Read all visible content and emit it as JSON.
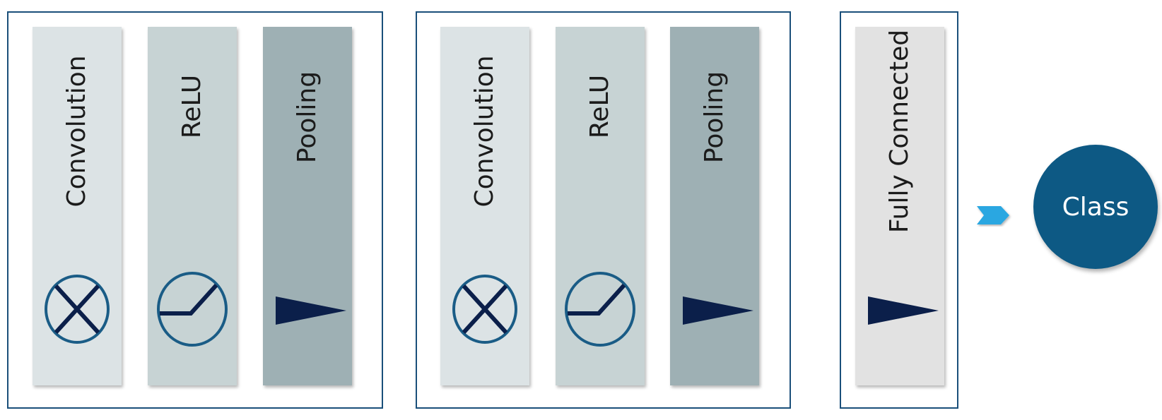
{
  "groups": [
    {
      "layers": [
        {
          "label": "Convolution",
          "icon": "convolution-icon"
        },
        {
          "label": "ReLU",
          "icon": "relu-icon"
        },
        {
          "label": "Pooling",
          "icon": "pooling-icon"
        }
      ]
    },
    {
      "layers": [
        {
          "label": "Convolution",
          "icon": "convolution-icon"
        },
        {
          "label": "ReLU",
          "icon": "relu-icon"
        },
        {
          "label": "Pooling",
          "icon": "pooling-icon"
        }
      ]
    },
    {
      "layers": [
        {
          "label": "Fully Connected",
          "icon": "pooling-icon"
        }
      ]
    }
  ],
  "output": {
    "label": "Class"
  },
  "colors": {
    "border": "#1a4f7a",
    "conv": "#dce3e5",
    "relu": "#c7d3d4",
    "pool": "#9eb0b4",
    "fc": "#e2e2e2",
    "icon_stroke": "#1a5c86",
    "icon_dark": "#0b1f4a",
    "arrow": "#29a7e1",
    "class_fill": "#0d5984"
  }
}
